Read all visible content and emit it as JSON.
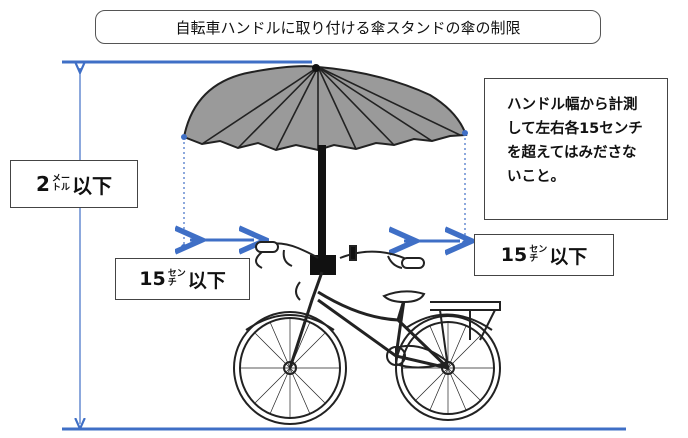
{
  "title": "自転車ハンドルに取り付ける傘スタンドの傘の制限",
  "height_limit": {
    "number": "2",
    "unit_top": "メー",
    "unit_bottom": "トル",
    "suffix": "以下"
  },
  "left_limit": {
    "number": "15",
    "unit_top": "セン",
    "unit_bottom": "チ",
    "suffix": "以下"
  },
  "right_limit": {
    "number": "15",
    "unit_top": "セン",
    "unit_bottom": "チ",
    "suffix": "以下"
  },
  "note": {
    "lines": [
      "ハンドル幅から計測",
      "して左右各15センチ",
      "を超えてはみださな",
      "いこと。"
    ]
  },
  "colors": {
    "measure_blue": "#3f6fc6",
    "umbrella_fill": "#9a9a9a",
    "pole": "#111111",
    "outline": "#222222"
  }
}
